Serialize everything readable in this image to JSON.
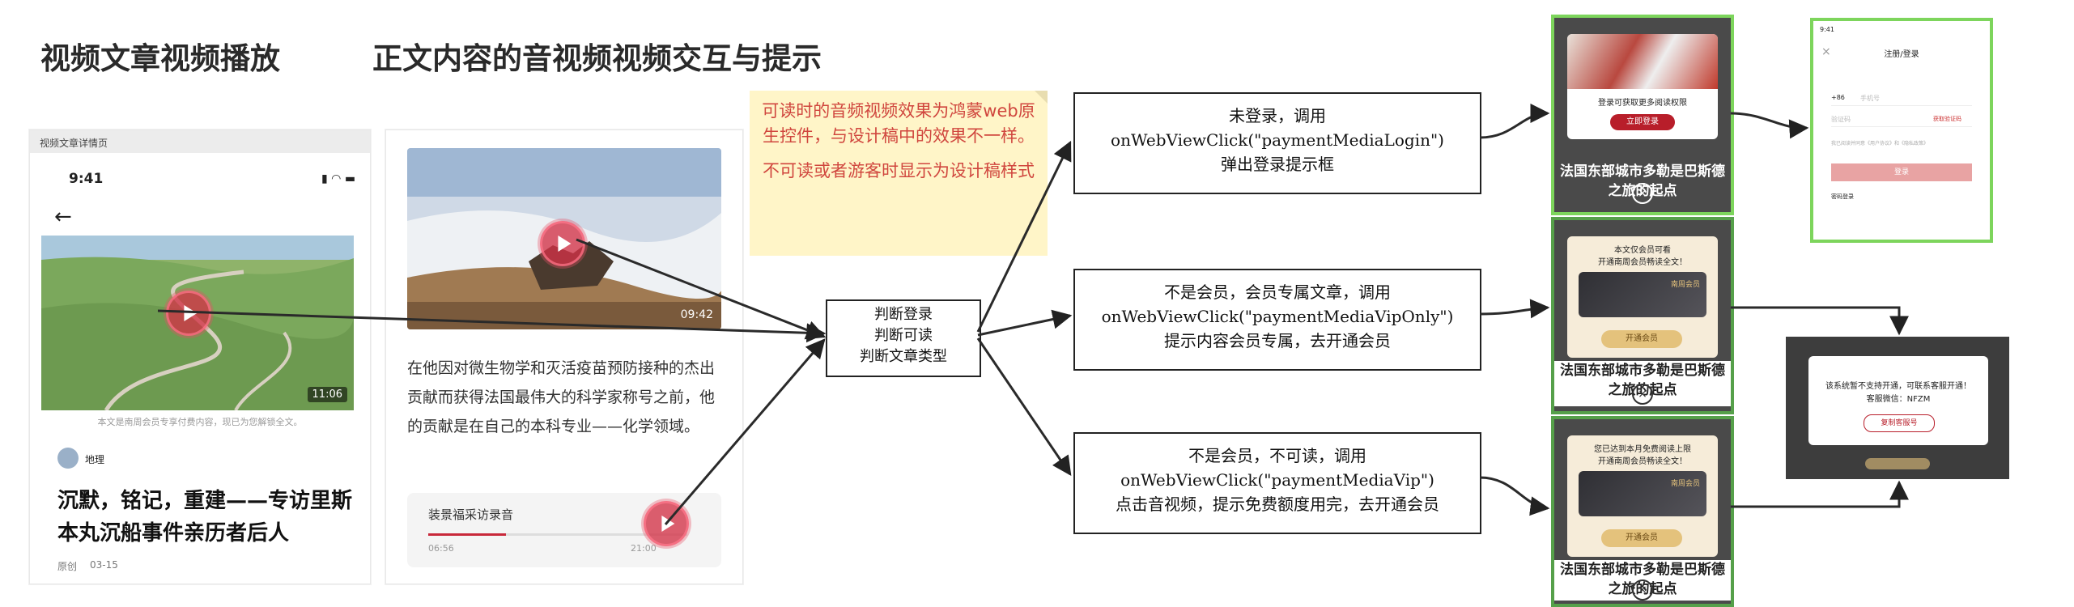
{
  "headings": {
    "left": "视频文章视频播放",
    "right": "正文内容的音视频视频交互与提示"
  },
  "phone1": {
    "page_label": "视频文章详情页",
    "time": "9:41",
    "duration": "11:06",
    "paywall_note": "本文是南周会员专享付费内容，现已为您解锁全文。",
    "author": "地理",
    "headline": "沉默，铭记，重建——专访里斯本丸沉船事件亲历者后人",
    "meta_source": "原创",
    "meta_date": "03-15"
  },
  "phone2": {
    "video_duration": "09:42",
    "body_text": "在他因对微生物学和灭活疫苗预防接种的杰出贡献而获得法国最伟大的科学家称号之前，他的贡献是在自己的本科专业——化学领域。",
    "audio_title": "装景福采访录音",
    "audio_elapsed": "06:56",
    "audio_total": "21:00"
  },
  "note": {
    "paragraph1": "可读时的音频视频效果为鸿蒙web原生控件，与设计稿中的效果不一样。",
    "paragraph2": "不可读或者游客时显示为设计稿样式"
  },
  "decision_box": {
    "line1": "判断登录",
    "line2": "判断可读",
    "line3": "判断文章类型"
  },
  "branches": [
    {
      "line1": "未登录，调用",
      "line2": "onWebViewClick(\"paymentMediaLogin\")",
      "line3": "弹出登录提示框"
    },
    {
      "line1": "不是会员，会员专属文章，调用",
      "line2": "onWebViewClick(\"paymentMediaVipOnly\")",
      "line3": "提示内容会员专属，去开通会员"
    },
    {
      "line1": "不是会员，不可读，调用",
      "line2": "onWebViewClick(\"paymentMediaVip\")",
      "line3": "点击音视频，提示免费额度用完，去开通会员"
    }
  ],
  "thumbs": {
    "caption": "法国东部城市多勒是巴斯德之旅的起点",
    "login_modal": {
      "text": "登录可获取更多阅读权限",
      "button": "立即登录"
    },
    "vip_only_modal": {
      "line1": "本文仅会员可看",
      "line2": "开通南周会员畅读全文！",
      "brand": "南周会员",
      "button": "开通会员"
    },
    "vip_modal": {
      "line1": "您已达到本月免费阅读上限",
      "line2": "开通南周会员畅读全文！",
      "brand": "南周会员",
      "button": "开通会员"
    }
  },
  "login_page": {
    "time": "9:41",
    "title": "注册/登录",
    "country_code": "+86",
    "phone_placeholder": "手机号",
    "code_placeholder": "验证码",
    "get_code": "获取验证码",
    "agreement": "我已阅读并同意《用户协议》和《隐私政策》",
    "login_button": "登录",
    "other_login": "密码登录"
  },
  "unsupported_modal": {
    "line1": "该系统暂不支持开通，可联系客服开通！",
    "line2": "客服微信：NFZM",
    "button": "复制客服号"
  },
  "colors": {
    "accent_red": "#b81e2a",
    "note_text": "#d0463e",
    "note_bg": "#fff5c8",
    "frame_green": "#7dd55c"
  }
}
